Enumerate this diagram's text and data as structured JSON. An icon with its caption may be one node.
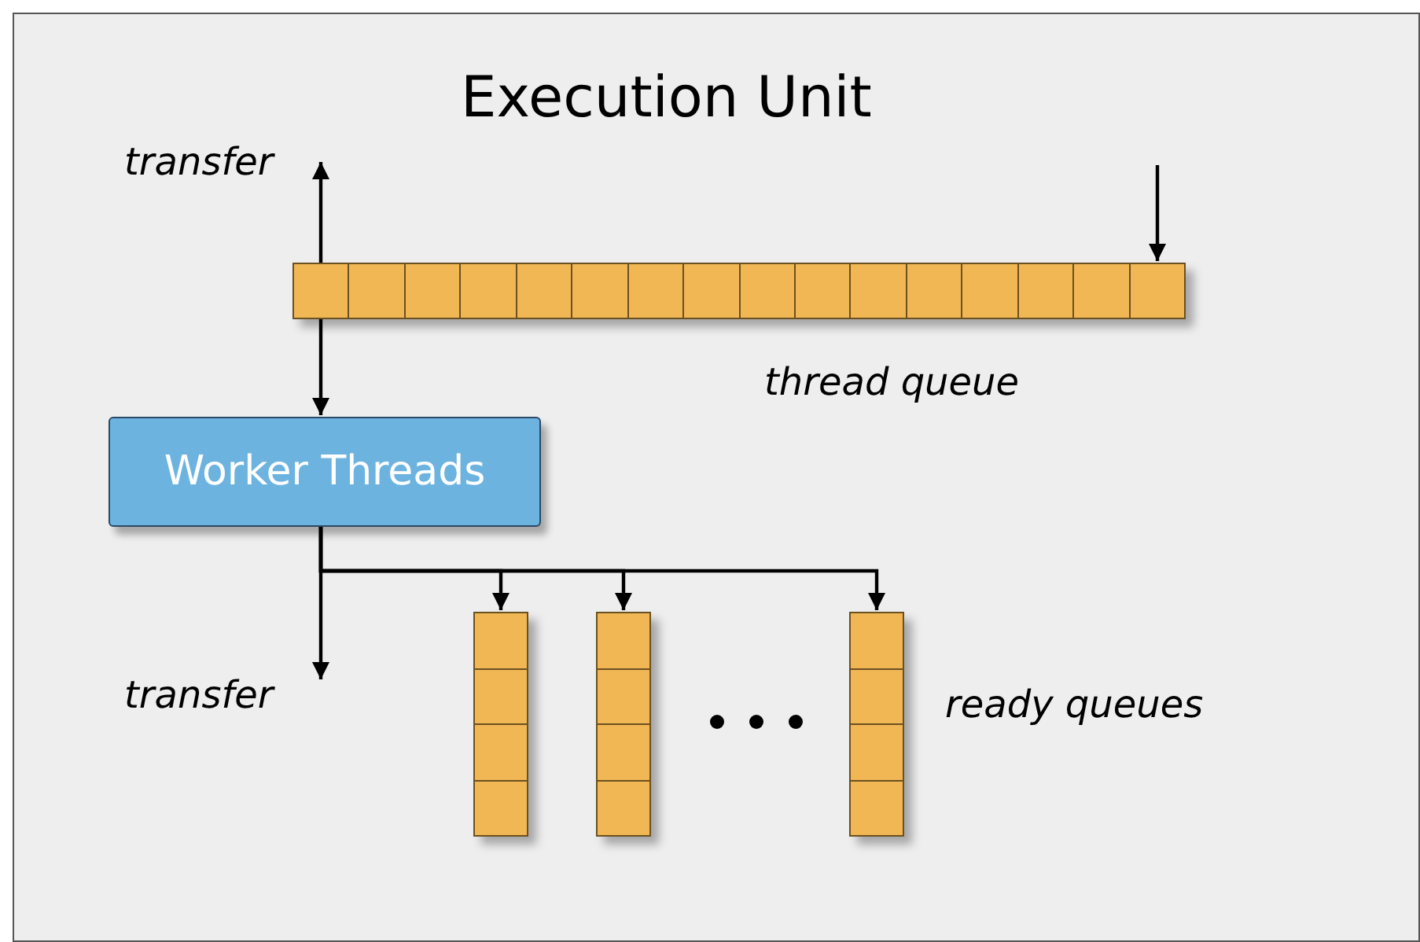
{
  "diagram": {
    "nodes": [
      {
        "text": [
          "Execution Unit"
        ]
      },
      {
        "text": [
          "transfer"
        ],
        "in": 0
      },
      {
        "text": [],
        "shape": "bar",
        "in": 0,
        "beside": [
          "thread queue"
        ]
      },
      {
        "text": [
          "Worker Threads"
        ],
        "in": 0
      },
      {
        "text": [
          "transfer"
        ],
        "in": 0
      },
      {
        "text": [],
        "shape": "bar",
        "in": 0
      },
      {
        "text": [],
        "shape": "bar",
        "in": 0
      },
      {
        "text": [],
        "shape": "bar",
        "in": 0
      }
    ],
    "edges": [
      {
        "from": 2,
        "to": 1,
        "arrow": "to"
      },
      {
        "from": 2,
        "to": 3,
        "arrow": "to"
      },
      {
        "from": null,
        "to": 2,
        "arrow": "to"
      },
      {
        "from": 3,
        "to": 4,
        "arrow": "to"
      },
      {
        "from": 3,
        "to": 5,
        "arrow": "to"
      },
      {
        "from": 3,
        "to": 6,
        "arrow": "to"
      },
      {
        "from": 3,
        "to": 7,
        "arrow": "to"
      }
    ],
    "labels": [
      "ready queues"
    ]
  }
}
